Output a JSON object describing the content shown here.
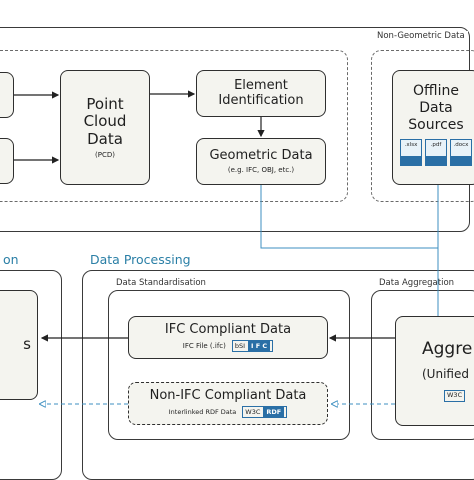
{
  "labels": {
    "non_geometric_data": "Non-Geometric Data",
    "data_processing": "Data Processing",
    "left_section_tail": "on",
    "data_standardisation": "Data Standardisation",
    "data_aggregation": "Data Aggregation"
  },
  "boxes": {
    "point_cloud": {
      "title": "Point Cloud Data",
      "sub": "(PCD)"
    },
    "element_identification": {
      "title": "Element Identification"
    },
    "geometric_data": {
      "title": "Geometric Data",
      "sub": "(e.g. IFC, OBJ, etc.)"
    },
    "offline_sources": {
      "title": "Offline Data Sources",
      "files": [
        ".xlsx",
        ".pdf",
        ".docx"
      ]
    },
    "ifc_compliant": {
      "title": "IFC Compliant Data",
      "sub": "IFC File (.ifc)",
      "logo_left": "bSI",
      "logo_right": "I F C"
    },
    "non_ifc_compliant": {
      "title": "Non-IFC Compliant Data",
      "sub": "Interlinked RDF Data",
      "logo_left": "W3C",
      "logo_right": "RDF"
    },
    "aggregation": {
      "title": "Aggre",
      "sub": "(Unified",
      "logo": "W3C"
    },
    "left_box": {
      "title": "s"
    }
  },
  "colors": {
    "accent": "#2a7fa6",
    "box_fill": "#f4f4ef",
    "border": "#2f2f2f"
  }
}
